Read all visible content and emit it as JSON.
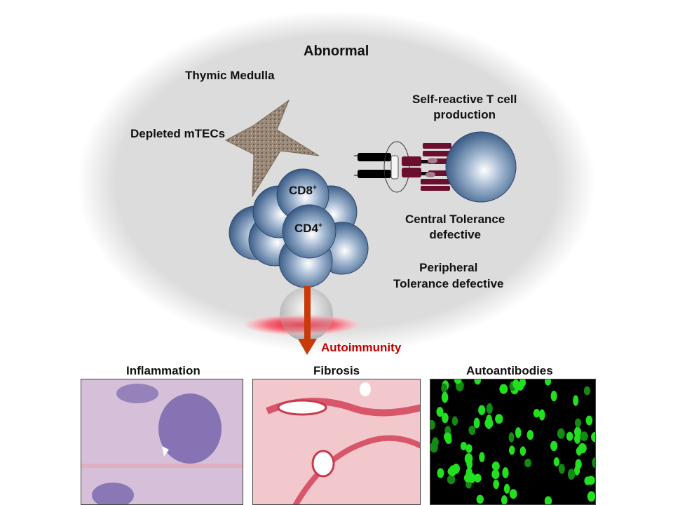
{
  "title": "Abnormal",
  "labels": {
    "thymic_medulla": "Thymic Medulla",
    "depleted_mtecs": "Depleted mTECs",
    "self_reactive_line1": "Self-reactive T cell",
    "self_reactive_line2": "production",
    "cd8": "CD8",
    "cd4": "CD4",
    "superscript": "+",
    "central_line1": "Central Tolerance",
    "central_line2": "defective",
    "peripheral_line1": "Peripheral",
    "peripheral_line2": "Tolerance defective",
    "autoimmunity": "Autoimmunity"
  },
  "panels": [
    {
      "title": "Inflammation"
    },
    {
      "title": "Fibrosis"
    },
    {
      "title": "Autoantibodies"
    }
  ],
  "colors": {
    "arrow": "#c83a0a",
    "autoimmunity_text": "#c00000",
    "receptor": "#6b0f2e",
    "sphere": "#5a7ba3",
    "ellipse_bg": "#dcdcdc"
  }
}
